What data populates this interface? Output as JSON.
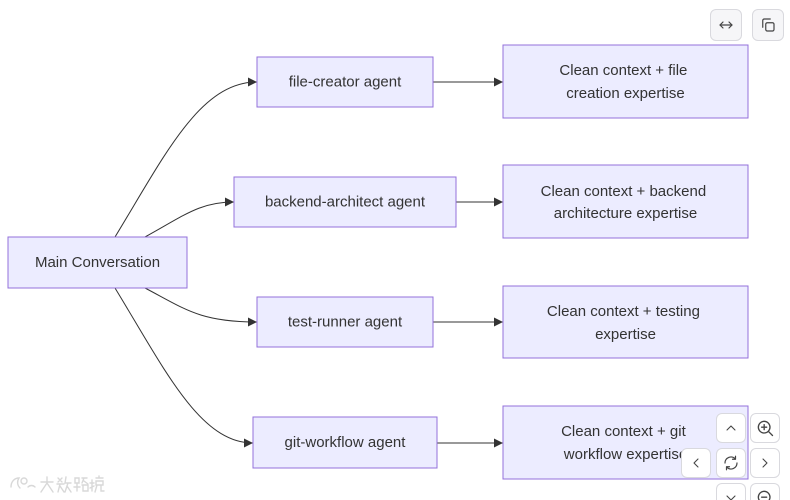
{
  "diagram": {
    "source": {
      "label": "Main Conversation"
    },
    "agents": [
      {
        "label": "file-creator agent",
        "result_lines": [
          "Clean context + file",
          "creation expertise"
        ]
      },
      {
        "label": "backend-architect agent",
        "result_lines": [
          "Clean context + backend",
          "architecture expertise"
        ]
      },
      {
        "label": "test-runner agent",
        "result_lines": [
          "Clean context + testing",
          "expertise"
        ]
      },
      {
        "label": "git-workflow agent",
        "result_lines": [
          "Clean context + git",
          "workflow expertise"
        ]
      }
    ],
    "colors": {
      "node_fill": "#ECECFF",
      "node_stroke": "#9370DB",
      "edge": "#333333",
      "text": "#333333"
    }
  },
  "toolbar": {
    "expand": {
      "icon": "expand-horizontal-icon"
    },
    "copy": {
      "icon": "copy-icon"
    }
  },
  "zoom_controls": {
    "pan_up": {
      "icon": "chevron-up-icon"
    },
    "zoom_in": {
      "icon": "zoom-in-icon"
    },
    "pan_left": {
      "icon": "chevron-left-icon"
    },
    "reset": {
      "icon": "reset-view-icon"
    },
    "pan_right": {
      "icon": "chevron-right-icon"
    },
    "pan_down": {
      "icon": "chevron-down-icon"
    },
    "zoom_out": {
      "icon": "zoom-out-icon"
    }
  },
  "watermark": {
    "text": "大数跨境"
  }
}
